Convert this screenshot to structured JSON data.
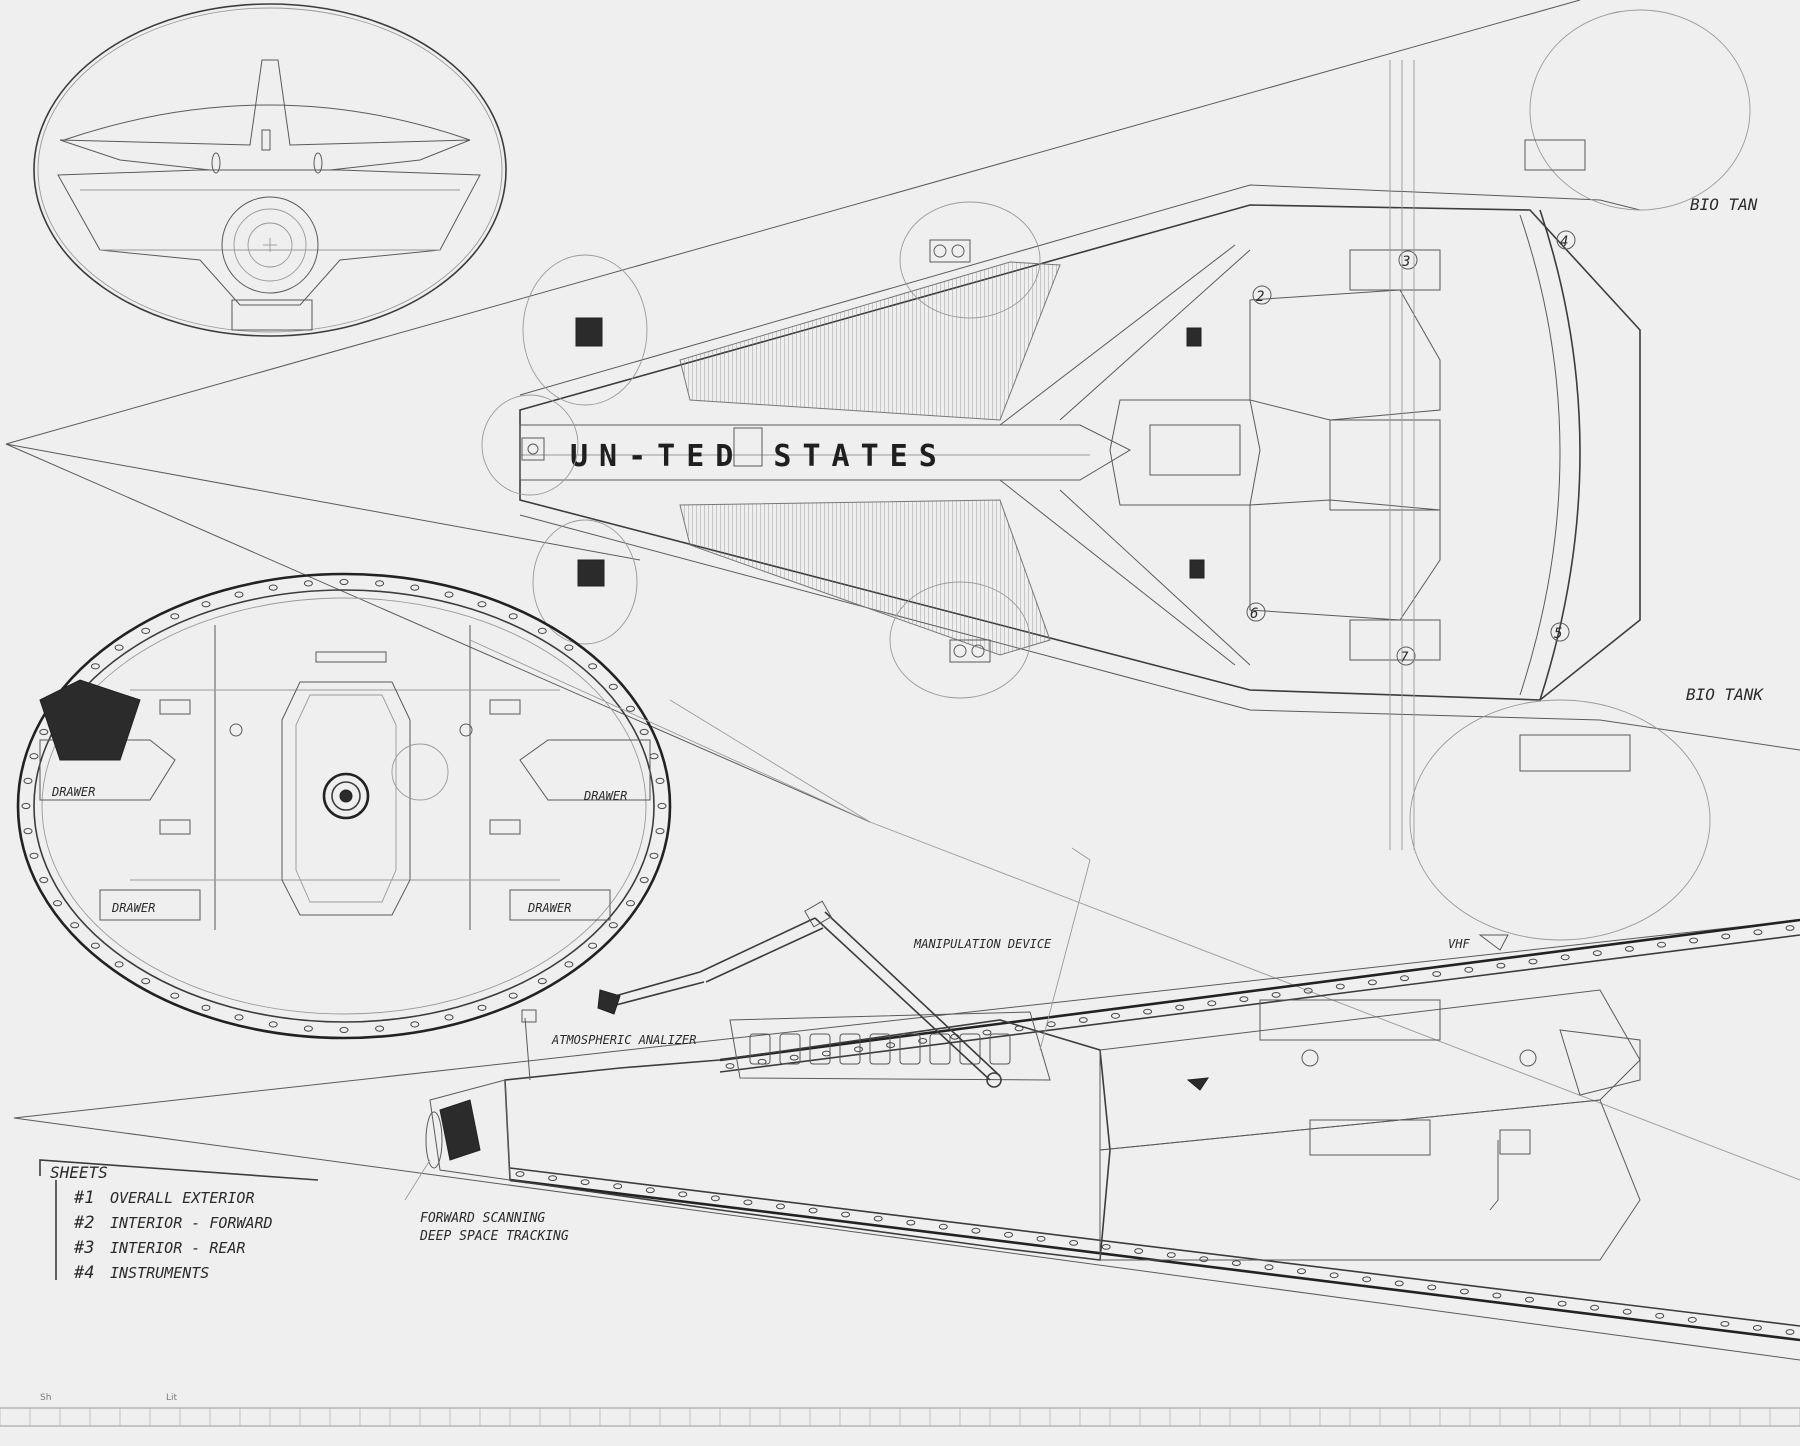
{
  "hull_marking": "UN-TED STATES",
  "labels": {
    "bio_tank_upper": "BIO TAN",
    "bio_tank_lower": "BIO TANK",
    "manipulation_device": "MANIPULATION DEVICE",
    "vhf": "VHF",
    "atmospheric_analizer": "ATMOSPHERIC ANALIZER",
    "forward_scanning": "FORWARD SCANNING",
    "deep_space_tracking": "DEEP SPACE TRACKING",
    "drawer": "DRAWER"
  },
  "compartment_numbers": [
    "2",
    "3",
    "4",
    "5",
    "6",
    "7"
  ],
  "sheets": {
    "title": "SHEETS",
    "items": [
      {
        "num": "#1",
        "name": "OVERALL EXTERIOR"
      },
      {
        "num": "#2",
        "name": "INTERIOR - FORWARD"
      },
      {
        "num": "#3",
        "name": "INTERIOR - REAR"
      },
      {
        "num": "#4",
        "name": "INSTRUMENTS"
      }
    ]
  },
  "title_block": {
    "sh": "Sh",
    "lit": "Lit"
  }
}
